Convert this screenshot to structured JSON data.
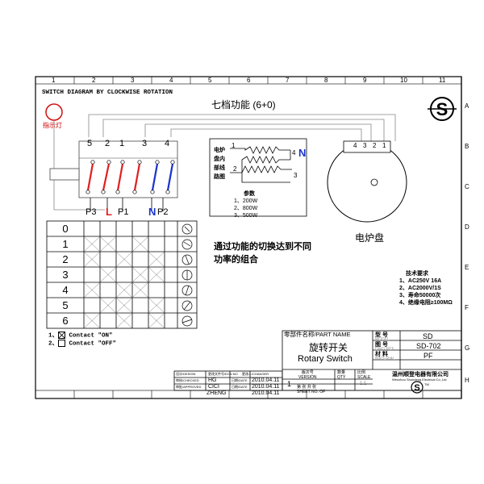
{
  "header": {
    "title": "SWITCH DIAGRAM BY CLOCKWISE ROTATION",
    "function_title": "七档功能 (6+0)",
    "indicator_label": "指示灯"
  },
  "ruler": {
    "columns": [
      "1",
      "2",
      "3",
      "4",
      "5",
      "6",
      "7",
      "8",
      "9",
      "10",
      "11"
    ],
    "rows": [
      "A",
      "B",
      "C",
      "D",
      "E",
      "F",
      "G",
      "H"
    ]
  },
  "switch": {
    "terminals": [
      "5",
      "2",
      "1",
      "3",
      "4"
    ],
    "bottom_labels": [
      "P3",
      "L",
      "P1",
      "N",
      "P2"
    ],
    "colors": {
      "red": "#e02020",
      "blue": "#1a33cc"
    }
  },
  "heater": {
    "labels": [
      "电炉",
      "盘内",
      "部线",
      "路图"
    ],
    "terminals": [
      "1",
      "4",
      "N",
      "2",
      "3"
    ],
    "params_title": "参数",
    "params": [
      "1、200W",
      "2、800W",
      "3、500W"
    ]
  },
  "hotplate": {
    "label": "电炉盘",
    "terminals": [
      "4",
      "3",
      "2",
      "1"
    ]
  },
  "table": {
    "positions": [
      "0",
      "1",
      "2",
      "3",
      "4",
      "5",
      "6"
    ]
  },
  "description": {
    "line1": "通过功能的切换达到不同",
    "line2": "功率的组合"
  },
  "tech": {
    "title": "技术要求",
    "items": [
      "1、AC250V 16A",
      "2、AC2000V/1S",
      "3、寿命50000次",
      "4、绝缘电阻≥100MΩ"
    ]
  },
  "legend": {
    "on": "Contact \"ON\"",
    "off": "Contact \"OFF\"",
    "on_num": "1、",
    "off_num": "2、"
  },
  "title_block": {
    "part_name_label": "零部件名称/PART NAME",
    "part_name_cn": "旋转开关",
    "part_name_en": "Rotary Switch",
    "model_label": "型 号",
    "model_label_en": "MODEL",
    "model": "SD",
    "drawing_label": "图 号",
    "drawing_label_en": "DWG REF",
    "drawing_no": "SD-702",
    "material_label": "材 料",
    "material_label_en": "MATERIAL",
    "material": "PF",
    "company_cn": "温州顺登电器有限公司",
    "company_en": "Wenzhou Shundeng Electrical Co.,Ltd",
    "design_label": "设计/DESIGN",
    "check_label": "审核/CHECKED",
    "approve_label": "审批/APPROVED",
    "date_label": "日期/DATE",
    "designer": "HG",
    "checker": "CICI",
    "approver": "ZHENG",
    "date1": "2010.04.11",
    "date2": "2010.04.11",
    "date3": "2010.04.11",
    "version_label": "版次号",
    "version_label_en": "VERSION",
    "qty_label": "数量",
    "qty_label_en": "QTY",
    "scale_label": "比例",
    "scale_label_en": "SCALE",
    "version": "1",
    "scale": "1:1",
    "sheet_label": "第 张 共 张",
    "sheet_label_en": "SHEET NO. OF",
    "rev_label": "更改文件号/ECN NO",
    "changer_label": "更改人/CHANGER"
  }
}
